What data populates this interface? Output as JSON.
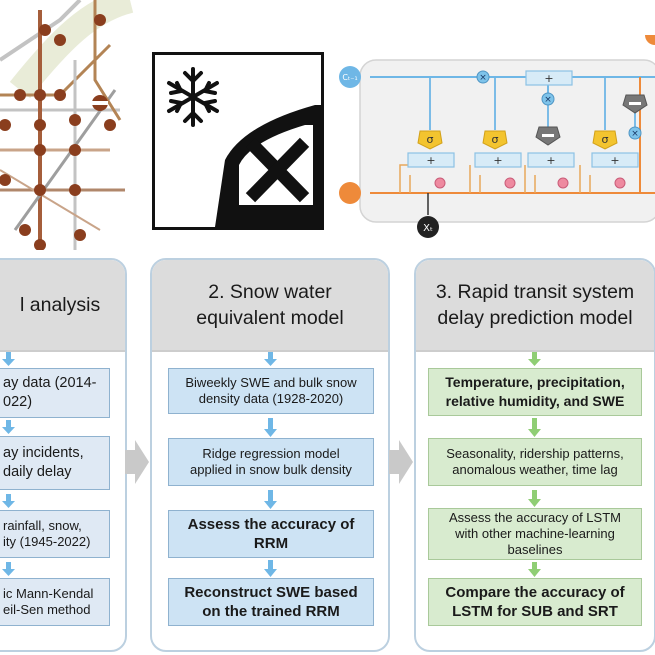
{
  "panels": [
    {
      "title": "l analysis",
      "boxes": [
        "ay data (2014-\n022)",
        "ay incidents,\n daily delay",
        " rainfall, snow,\nity (1945-2022)",
        "ic Mann-Kendal\neil-Sen method"
      ]
    },
    {
      "title": "2. Snow water\nequivalent model",
      "boxes": [
        "Biweekly SWE and bulk snow\ndensity data (1928-2020)",
        "Ridge regression model\napplied in snow bulk density",
        "Assess the accuracy of\nRRM",
        "Reconstruct SWE based\non the trained RRM"
      ]
    },
    {
      "title": "3. Rapid transit system\ndelay prediction model",
      "boxes": [
        "Temperature, precipitation,\nrelative humidity, and SWE",
        "Seasonality, ridership patterns,\nanomalous weather, time lag",
        "Assess the accuracy of LSTM\nwith other machine-learning\nbaselines",
        "Compare the accuracy of\nLSTM for SUB and SRT"
      ]
    }
  ],
  "lstm": {
    "cell_prev": "Cₜ₋₁",
    "input": "Xₜ",
    "gate_symbol": "σ"
  },
  "colors": {
    "accent_blue": "#6fb7e6",
    "accent_green": "#8fce74",
    "orange": "#ee8a3a",
    "panel_border": "#bcd0e0"
  }
}
